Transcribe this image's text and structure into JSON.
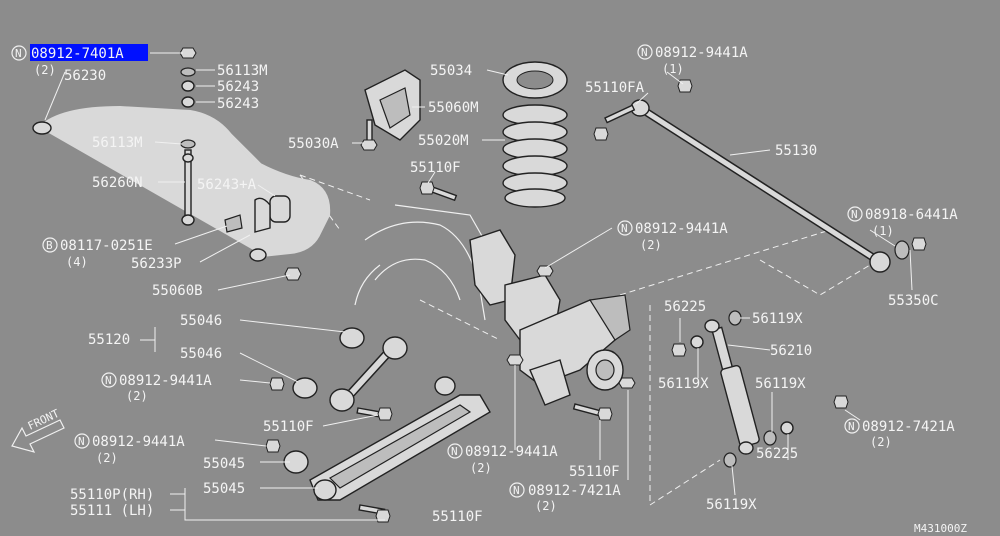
{
  "labels": {
    "n_08912_7401A": "08912-7401A",
    "q2_a": "(2)",
    "p56230": "56230",
    "p56113M_a": "56113M",
    "p56243_a": "56243",
    "p56243_b": "56243",
    "p56113M_b": "56113M",
    "p56260N": "56260N",
    "p56243A": "56243+A",
    "b_08117_0251E": "08117-0251E",
    "q4": "(4)",
    "p56233P": "56233P",
    "p55060B": "55060B",
    "p55034": "55034",
    "p55060M": "55060M",
    "p55030A": "55030A",
    "p55020M": "55020M",
    "p55110F_a": "55110F",
    "n_08912_9441A_a": "08912-9441A",
    "q1_a": "(1)",
    "p55110FA": "55110FA",
    "p55130": "55130",
    "n_08918_6441A": "08918-6441A",
    "q1_b": "(1)",
    "p55350C": "55350C",
    "n_08912_9441A_b": "08912-9441A",
    "q2_b": "(2)",
    "p55120": "55120",
    "p55046_a": "55046",
    "p55046_b": "55046",
    "n_08912_9441A_c": "08912-9441A",
    "q2_c": "(2)",
    "p55110F_b": "55110F",
    "front": "FRONT",
    "n_08912_9441A_d": "08912-9441A",
    "q2_d": "(2)",
    "p55045_a": "55045",
    "p55045_b": "55045",
    "p55110P": "55110P(RH)",
    "p55111": "55111 (LH)",
    "p55110F_c": "55110F",
    "n_08912_9441A_e": "08912-9441A",
    "q2_e": "(2)",
    "p55110F_d": "55110F",
    "n_08912_7421A_a": "08912-7421A",
    "q2_f": "(2)",
    "p56225_a": "56225",
    "p56119X_a": "56119X",
    "p56210": "56210",
    "p56119X_b": "56119X",
    "p56119X_c": "56119X",
    "p56225_b": "56225",
    "p56119X_d": "56119X",
    "n_08912_7421A_b": "08912-7421A",
    "q2_g": "(2)",
    "figure_code": "M431000Z"
  },
  "symbols": {
    "nut": "N",
    "bolt": "B"
  },
  "colors": {
    "background": "#8c8c8c",
    "highlight": "#0010ff",
    "line": "#f0f0f0"
  }
}
